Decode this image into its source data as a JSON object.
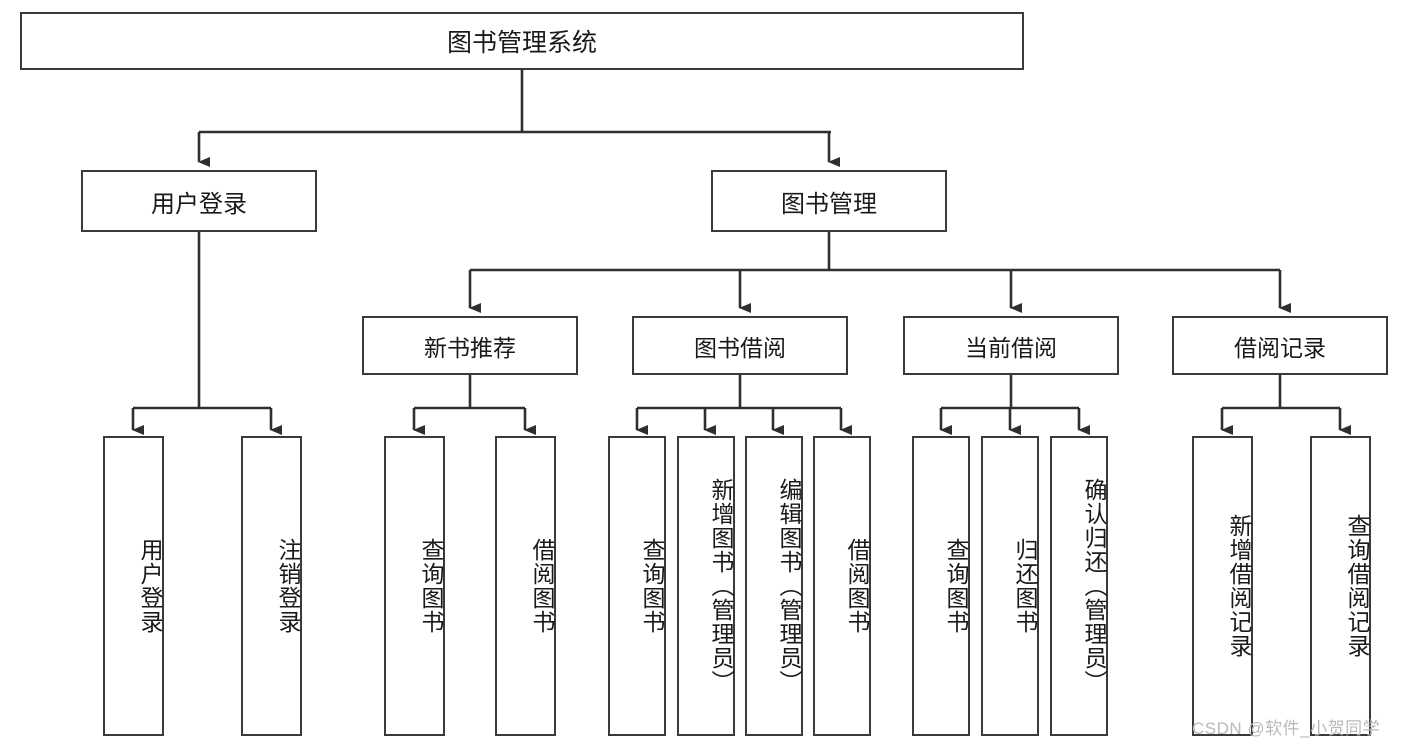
{
  "diagram": {
    "title": "图书管理系统",
    "type": "tree-hierarchy",
    "orientation": "top-down",
    "colors": {
      "node_border": "#3a3a3a",
      "node_fill": "#ffffff",
      "edge": "#2f2f2f",
      "text": "#1a1a1a",
      "watermark": "#b9b9b9",
      "background": "#ffffff"
    },
    "root": {
      "label": "图书管理系统"
    },
    "level2": [
      {
        "label": "用户登录"
      },
      {
        "label": "图书管理"
      }
    ],
    "level3": [
      {
        "label": "新书推荐"
      },
      {
        "label": "图书借阅"
      },
      {
        "label": "当前借阅"
      },
      {
        "label": "借阅记录"
      }
    ],
    "leaves": {
      "user_login": [
        {
          "label": "用户登录"
        },
        {
          "label": "注销登录"
        }
      ],
      "new_book_recommend": [
        {
          "label": "查询图书"
        },
        {
          "label": "借阅图书"
        }
      ],
      "book_borrow": [
        {
          "label": "查询图书"
        },
        {
          "label": "新增图书（管理员）"
        },
        {
          "label": "编辑图书（管理员）"
        },
        {
          "label": "借阅图书"
        }
      ],
      "current_borrow": [
        {
          "label": "查询图书"
        },
        {
          "label": "归还图书"
        },
        {
          "label": "确认归还（管理员）"
        }
      ],
      "borrow_record": [
        {
          "label": "新增借阅记录"
        },
        {
          "label": "查询借阅记录"
        }
      ]
    },
    "watermark": "CSDN @软件_小贺同学"
  }
}
